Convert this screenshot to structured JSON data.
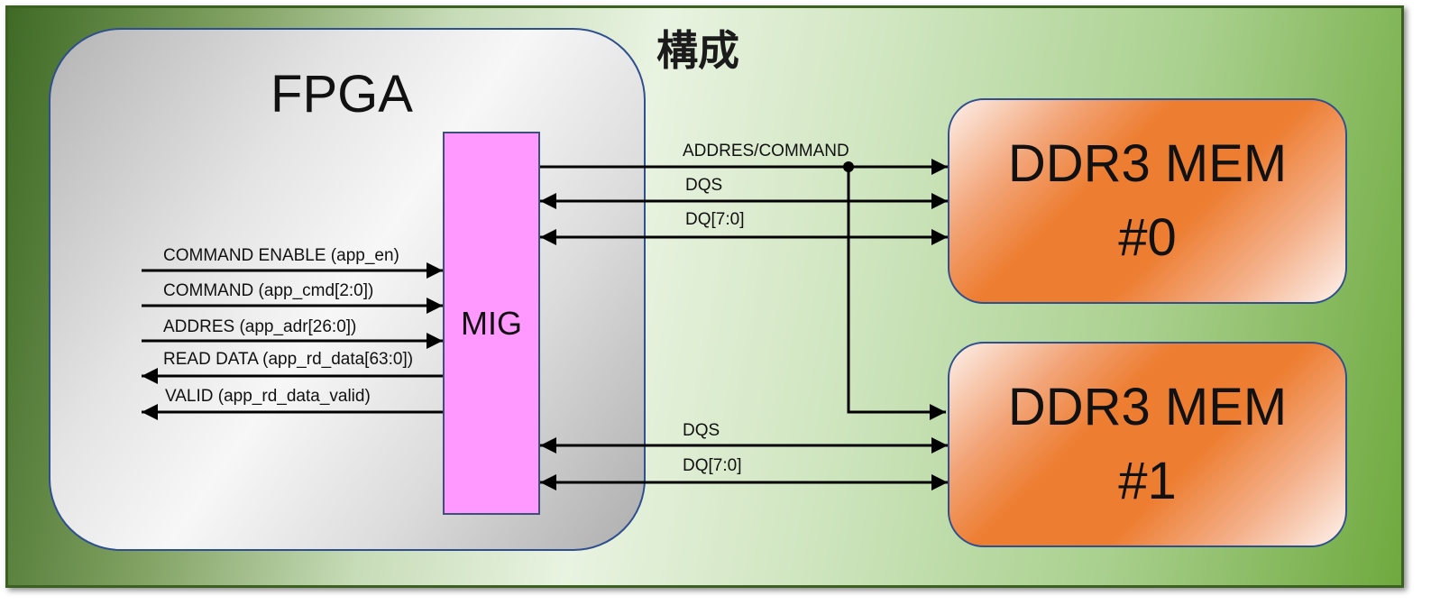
{
  "title": "構成",
  "fpga": {
    "label": "FPGA",
    "mig_label": "MIG"
  },
  "memories": [
    {
      "name": "DDR3 MEM",
      "index": "#0"
    },
    {
      "name": "DDR3 MEM",
      "index": "#1"
    }
  ],
  "app_signals": [
    {
      "label": "COMMAND ENABLE (app_en)",
      "direction": "in"
    },
    {
      "label": "COMMAND (app_cmd[2:0])",
      "direction": "in"
    },
    {
      "label": "ADDRES (app_adr[26:0])",
      "direction": "in"
    },
    {
      "label": "READ DATA (app_rd_data[63:0])",
      "direction": "out"
    },
    {
      "label": "VALID (app_rd_data_valid)",
      "direction": "out"
    }
  ],
  "mem_signals": {
    "shared": "ADDRES/COMMAND",
    "mem0": [
      "DQS",
      "DQ[7:0]"
    ],
    "mem1": [
      "DQS",
      "DQ[7:0]"
    ]
  },
  "colors": {
    "mig_fill": "#ff99ff",
    "mem_fill": "#ed7d31",
    "frame_border": "#3c5f22",
    "box_border": "#2f4f8f"
  }
}
